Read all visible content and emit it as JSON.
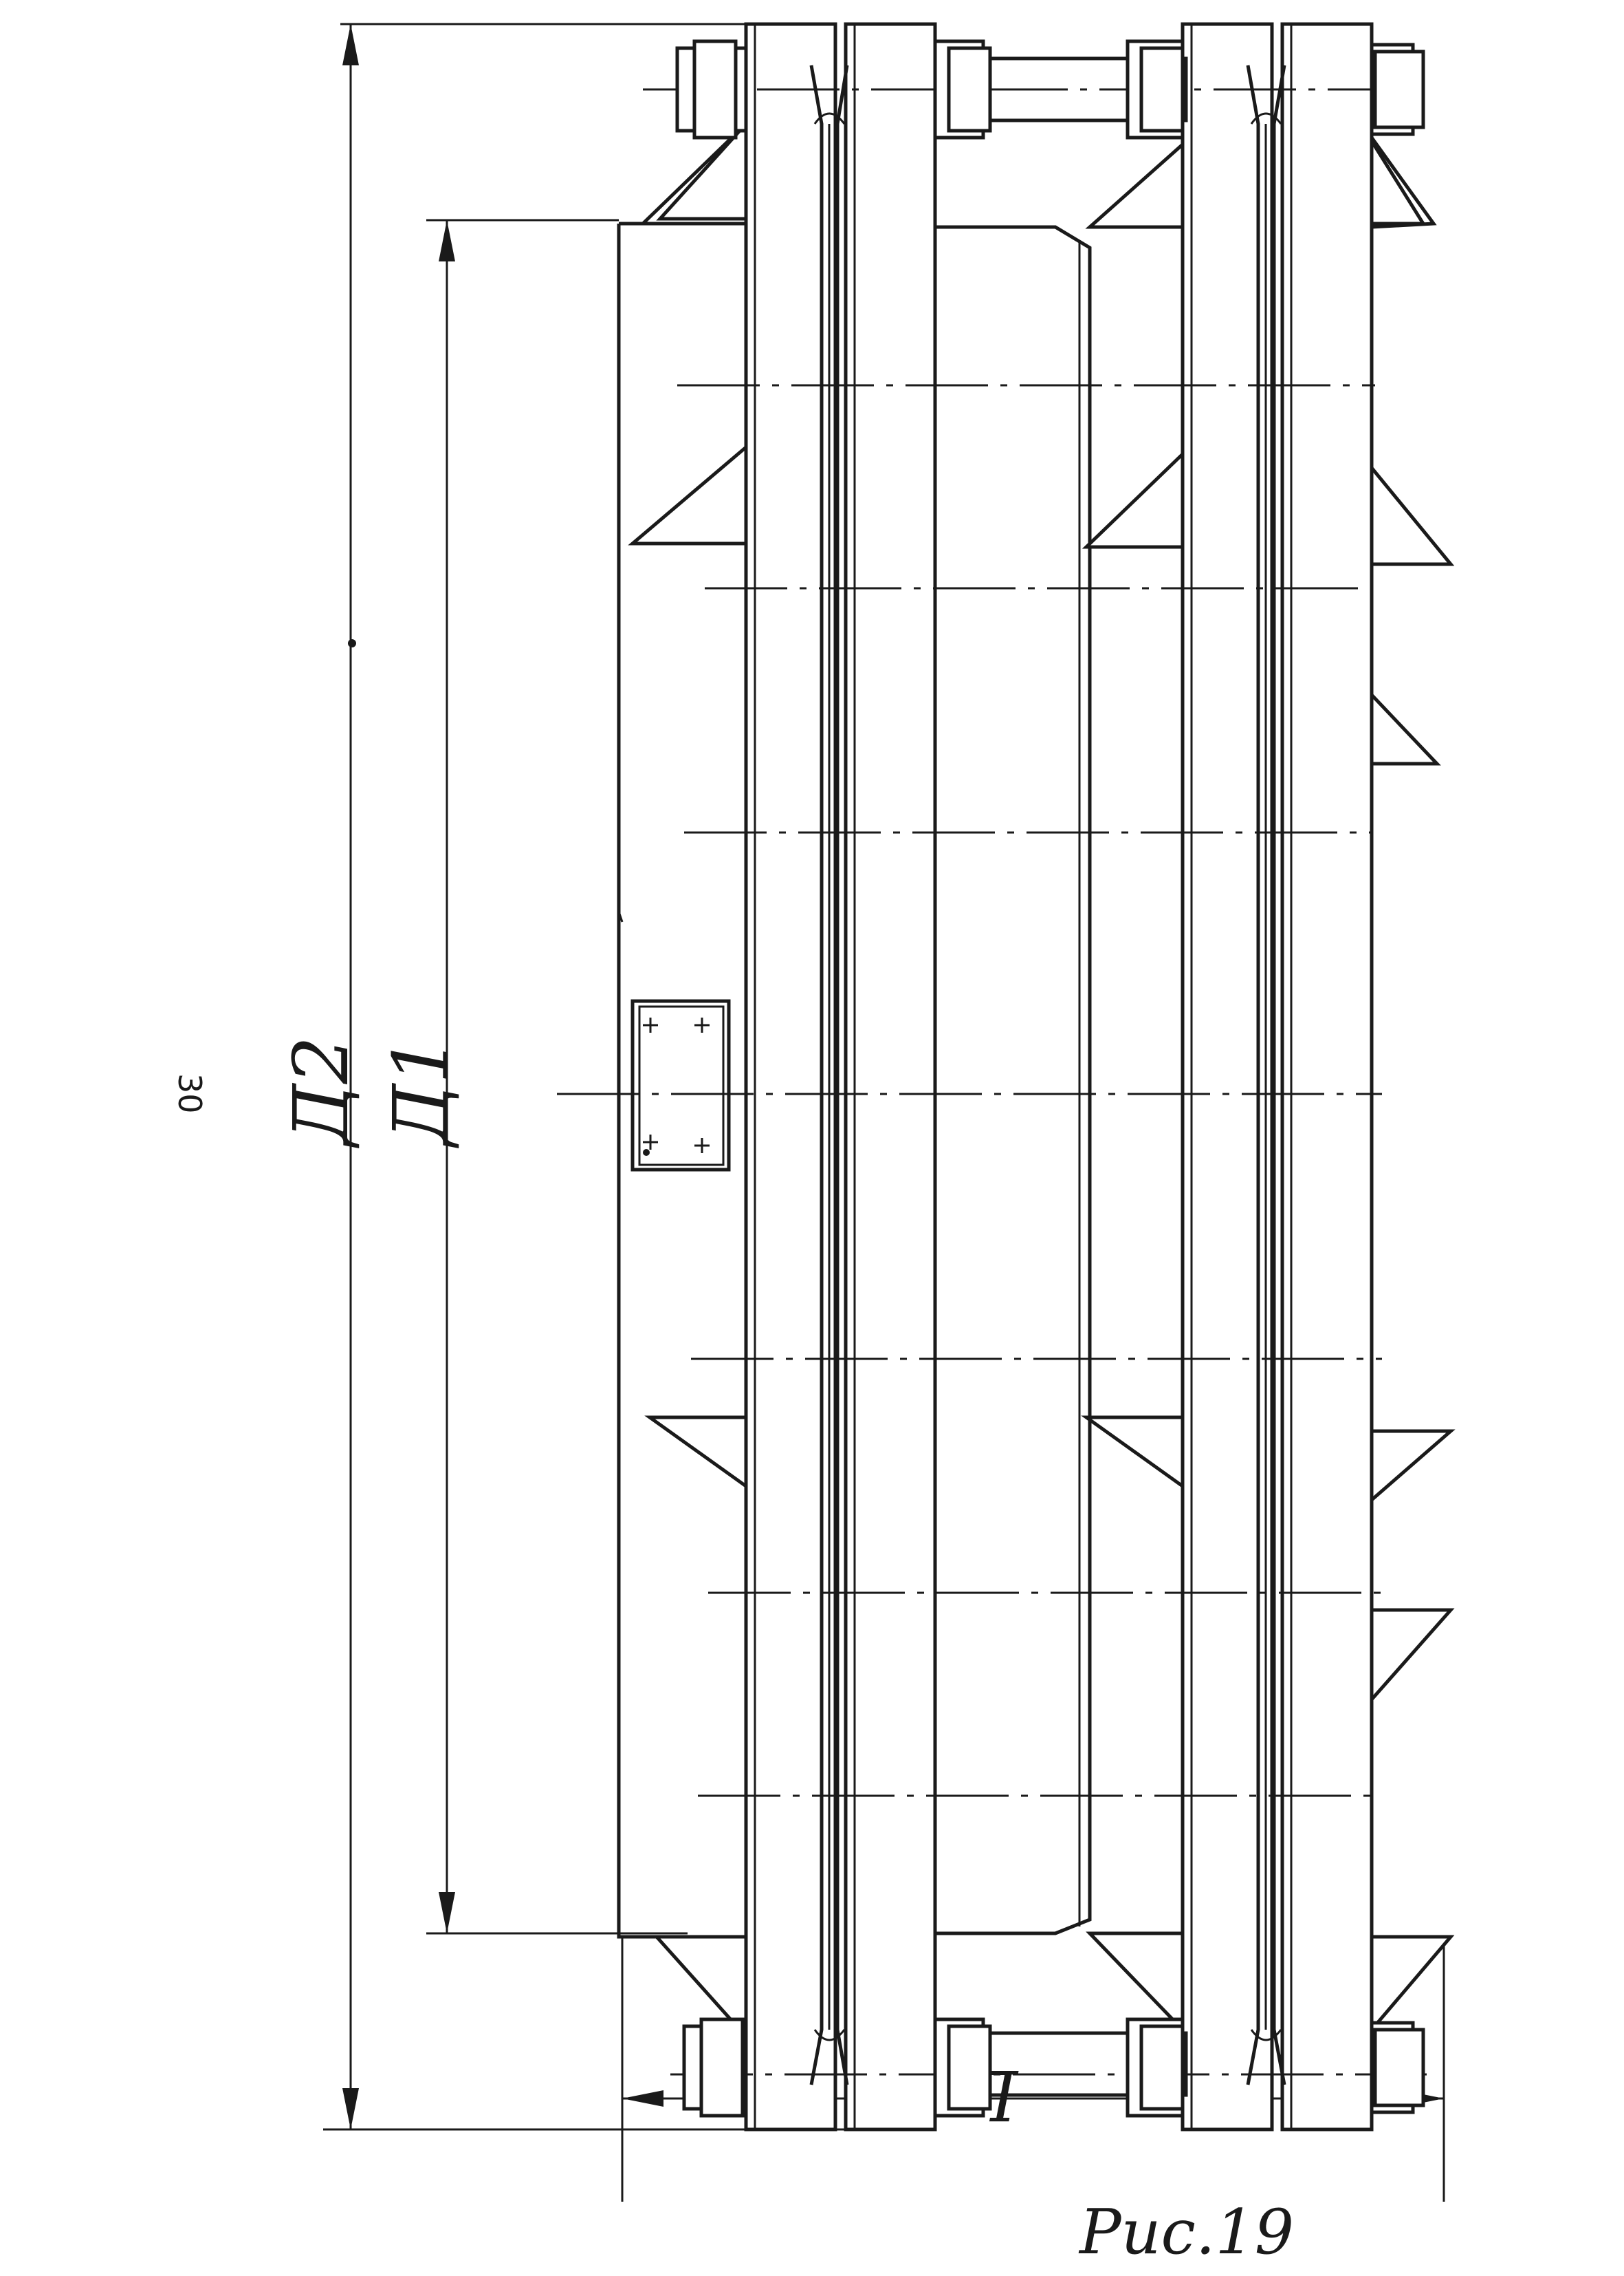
{
  "page": {
    "number": "30",
    "caption": "Рис.19"
  },
  "dimensions": {
    "d2_label": "Д2",
    "d1_label": "Д1",
    "l_label": "L"
  }
}
